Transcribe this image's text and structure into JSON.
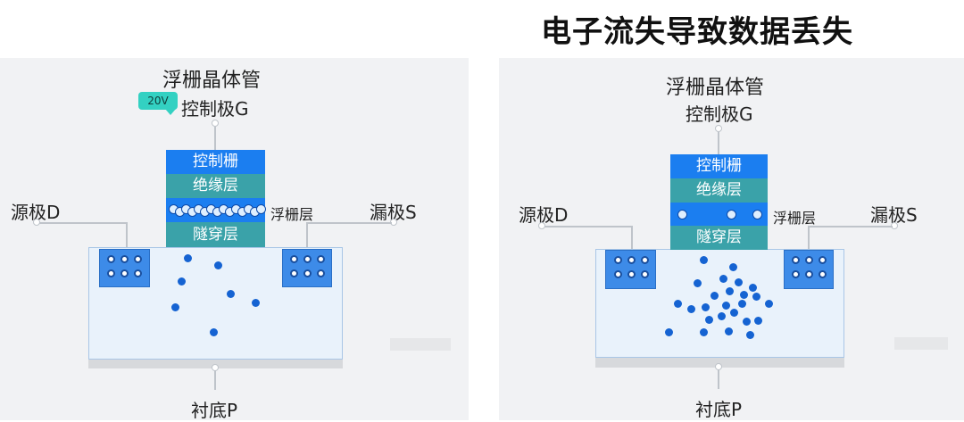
{
  "headline": "电子流失导致数据丢失",
  "left": {
    "title": "浮栅晶体管",
    "control_gate": "控制极G",
    "voltage": "20V",
    "source": "源极D",
    "drain": "漏极S",
    "substrate": "衬底P",
    "floating_gate_label": "浮栅层",
    "layers": [
      "控制栅",
      "绝缘层",
      "",
      "隧穿层"
    ]
  },
  "right": {
    "title": "浮栅晶体管",
    "control_gate": "控制极G",
    "source": "源极D",
    "drain": "漏极S",
    "substrate": "衬底P",
    "floating_gate_label": "浮栅层",
    "layers": [
      "控制栅",
      "绝缘层",
      "",
      "隧穿层"
    ]
  }
}
